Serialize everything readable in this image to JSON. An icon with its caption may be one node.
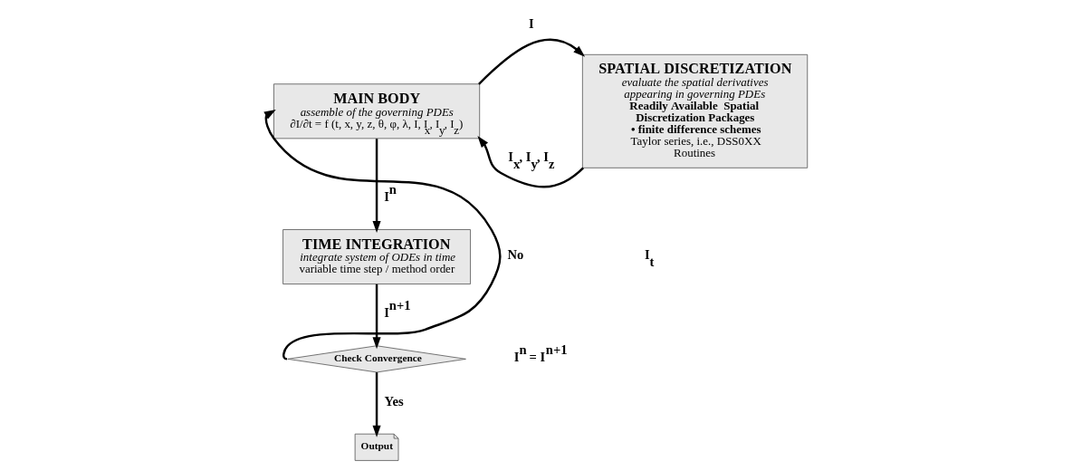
{
  "diagram": {
    "nodes": [
      {
        "text": [
          "MAIN BODY",
          "assemble of the governing PDEs",
          "∂I/∂t = f (t, x, y, z, θ, φ, λ, I, I$_{x}$, I$_{y}$, I$_{z}$)"
        ]
      },
      {
        "text": [
          "SPATIAL DISCRETIZATION",
          "evaluate the spatial derivatives appearing in governing PDEs",
          "Readily Available  Spatial Discretization Packages",
          "• finite difference schemes",
          "Taylor series, i.e., DSS0XX Routines"
        ]
      },
      {
        "text": [
          "TIME INTEGRATION",
          "integrate system of ODEs in time",
          "variable time step / method order"
        ]
      },
      {
        "text": [
          "Check Convergence"
        ]
      },
      {
        "text": [
          "Output"
        ]
      }
    ],
    "edges": [
      {
        "from": 0,
        "to": 1,
        "arrow": "to",
        "label": "I"
      },
      {
        "from": 1,
        "to": 0,
        "arrow": "to",
        "label": "I$_{x}$, I$_{y}$, I$_{z}$"
      },
      {
        "from": 0,
        "to": 2,
        "arrow": "to",
        "label": "I$^{n}$"
      },
      {
        "from": 2,
        "to": 3,
        "arrow": "to",
        "label": "I$^{n+1}$"
      },
      {
        "from": 3,
        "to": 0,
        "arrow": "to",
        "label": "No"
      },
      {
        "from": 3,
        "to": 4,
        "arrow": "to",
        "label": "Yes"
      }
    ],
    "labels": [
      "I$_{t}$",
      "I$^{n}$ = I$^{n+1}$"
    ]
  }
}
